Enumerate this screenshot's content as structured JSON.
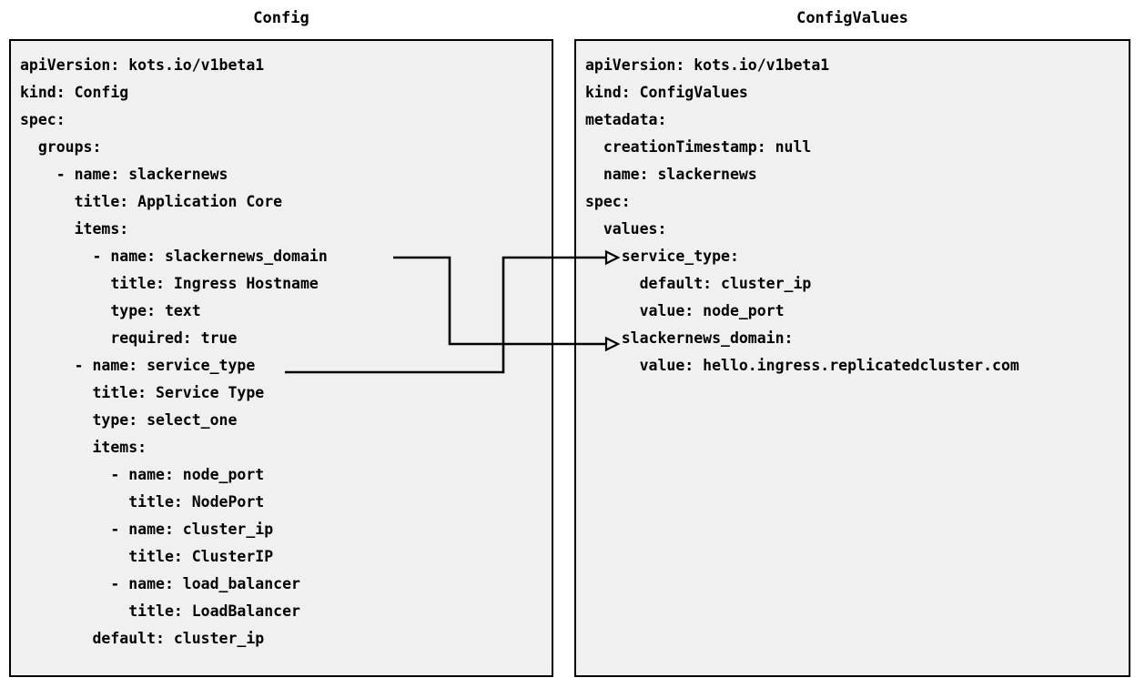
{
  "diagram": {
    "type": "two-panel-yaml-mapping-diagram",
    "background_color": "#ffffff",
    "panel_background_color": "#f0f0f0",
    "panel_border_color": "#000000",
    "text_color": "#000000",
    "connector_color": "#000000"
  },
  "left_panel": {
    "title": "Config",
    "lines": [
      "apiVersion: kots.io/v1beta1",
      "kind: Config",
      "spec:",
      "  groups:",
      "    - name: slackernews",
      "      title: Application Core",
      "      items:",
      "        - name: slackernews_domain",
      "          title: Ingress Hostname",
      "          type: text",
      "          required: true",
      "      - name: service_type",
      "        title: Service Type",
      "        type: select_one",
      "        items:",
      "          - name: node_port",
      "            title: NodePort",
      "          - name: cluster_ip",
      "            title: ClusterIP",
      "          - name: load_balancer",
      "            title: LoadBalancer",
      "        default: cluster_ip"
    ]
  },
  "right_panel": {
    "title": "ConfigValues",
    "lines": [
      "apiVersion: kots.io/v1beta1",
      "kind: ConfigValues",
      "metadata:",
      "  creationTimestamp: null",
      "  name: slackernews",
      "spec:",
      "  values:",
      "    service_type:",
      "      default: cluster_ip",
      "      value: node_port",
      "    slackernews_domain:",
      "      value: hello.ingress.replicatedcluster.com"
    ]
  },
  "connectors": [
    {
      "name": "slackernews-domain-mapping",
      "from_label": "slackernews_domain",
      "to_label": "slackernews_domain:",
      "arrowhead": "open-triangle"
    },
    {
      "name": "service-type-mapping",
      "from_label": "service_type",
      "to_label": "service_type:",
      "arrowhead": "open-triangle"
    }
  ]
}
